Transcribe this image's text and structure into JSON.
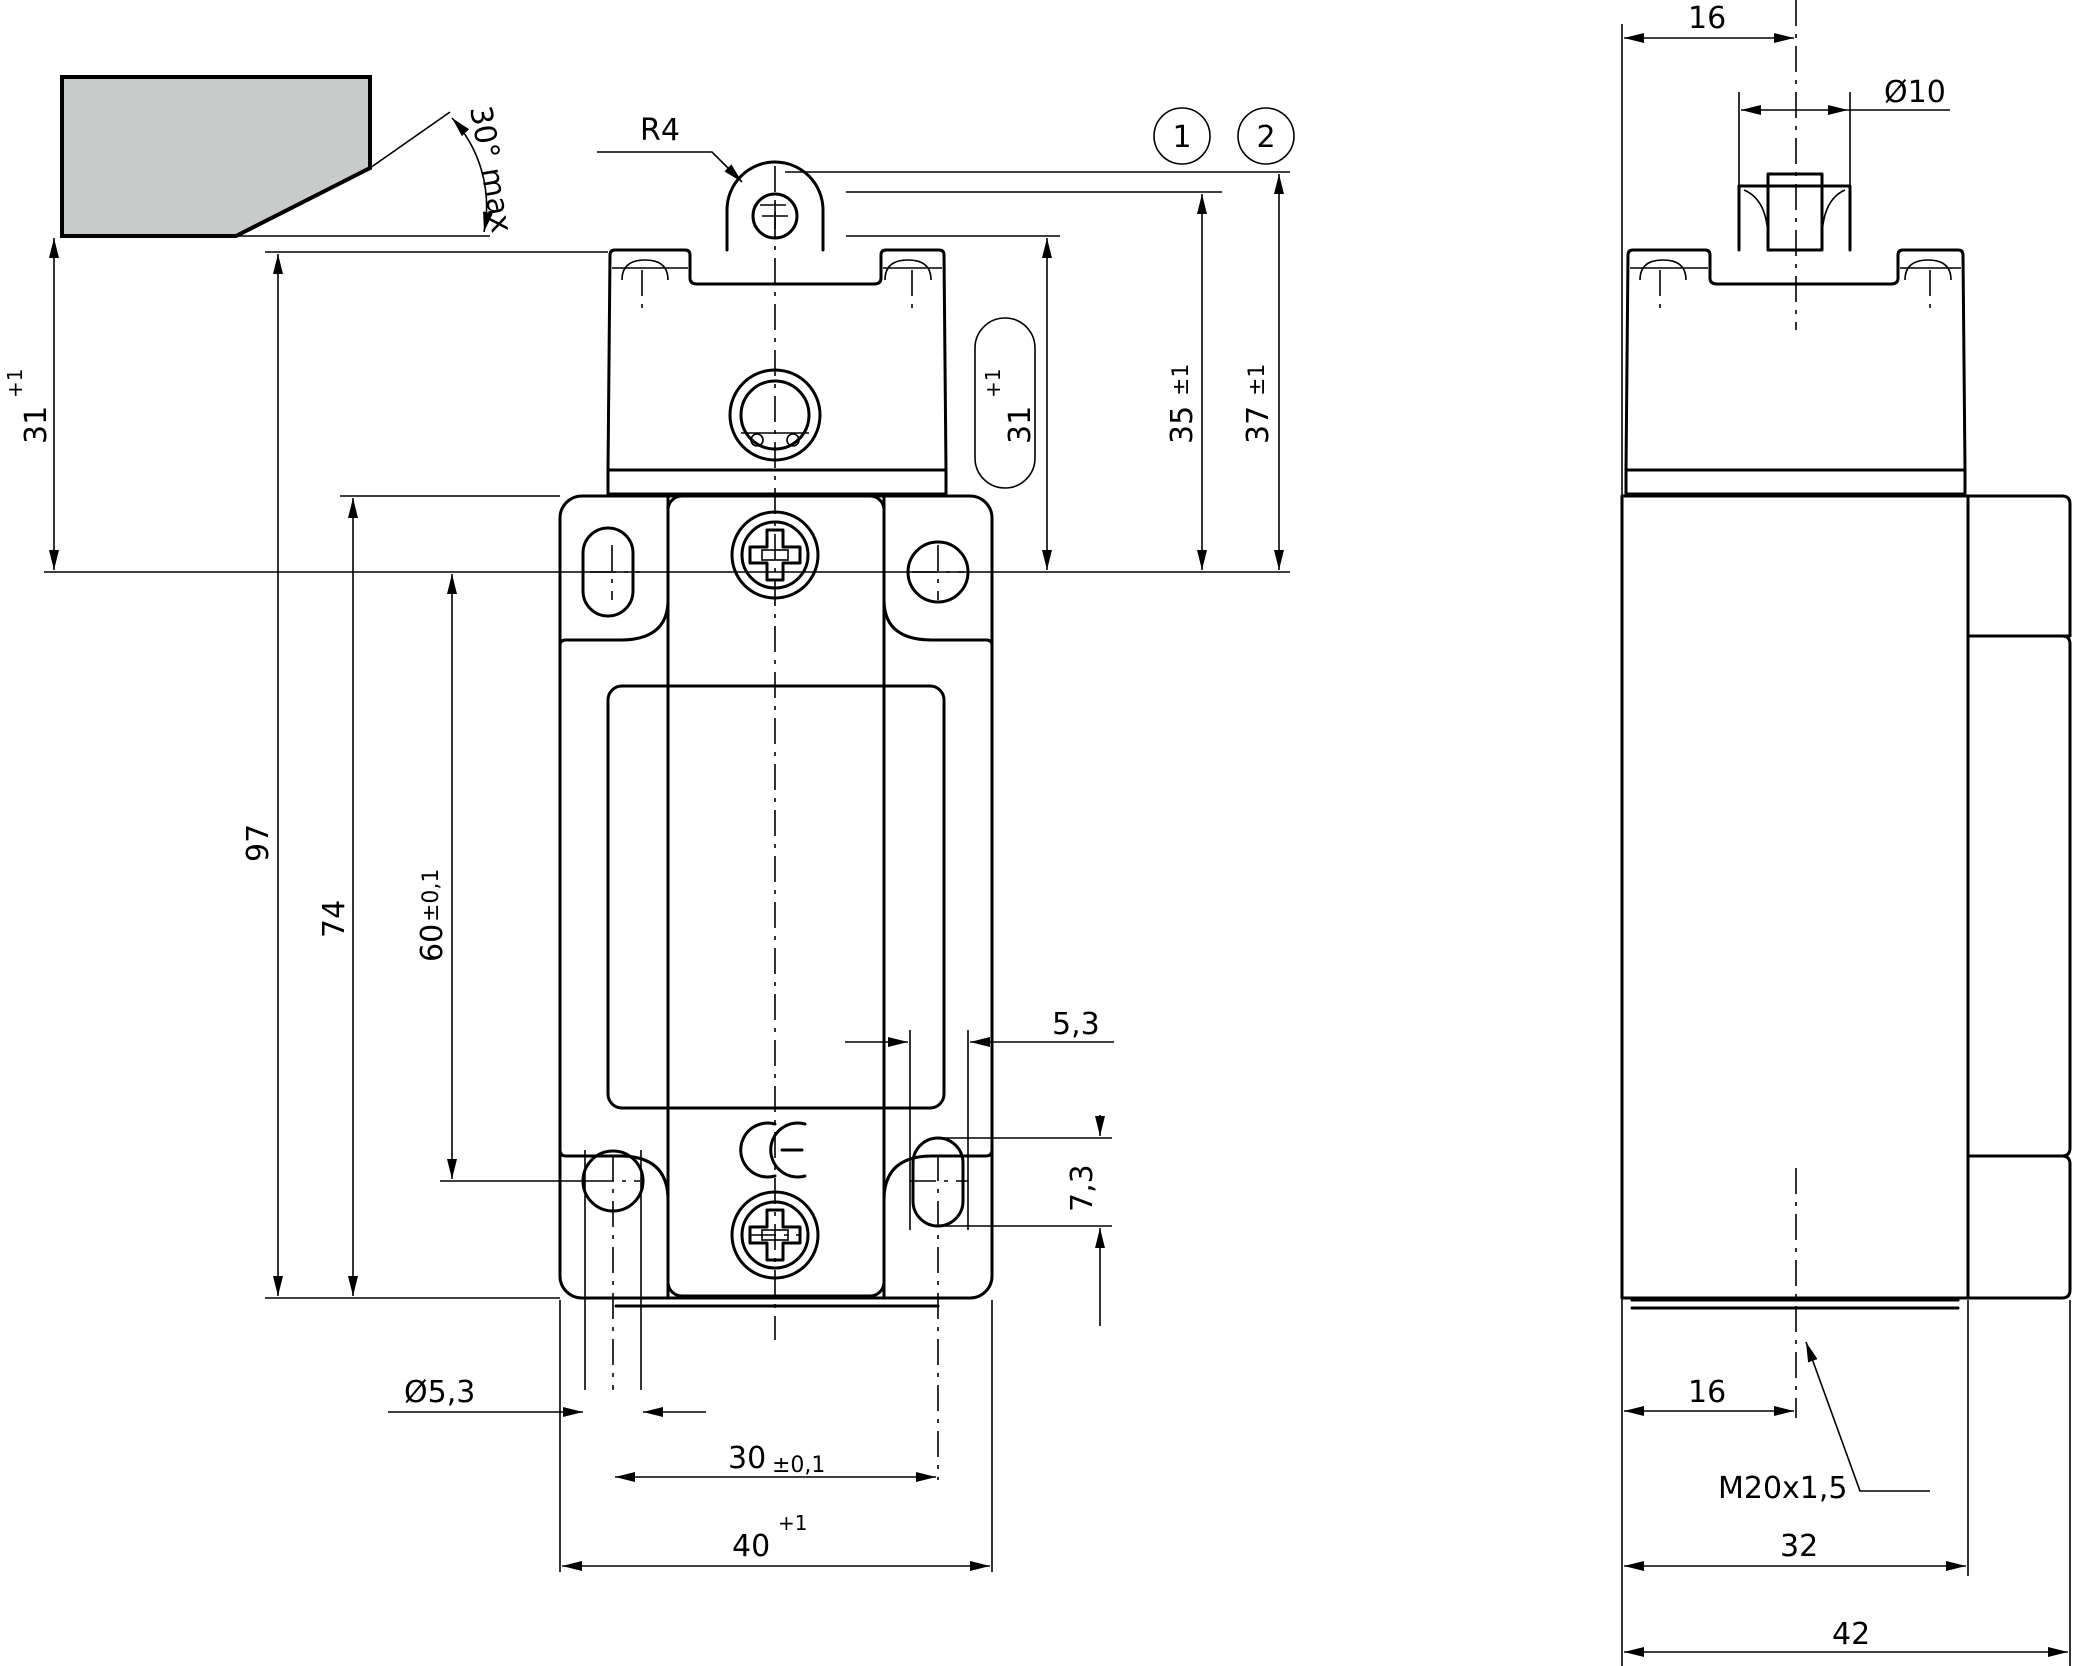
{
  "actuator_angle": {
    "label": "30° max"
  },
  "radius": {
    "label": "R4"
  },
  "positions": {
    "p1": "1",
    "p2": "2"
  },
  "front_dims": {
    "d31_left": {
      "value": "31",
      "tol": "+1"
    },
    "d31_right": {
      "value": "31",
      "tol": "+1"
    },
    "d35": {
      "value": "35",
      "tol": "±1"
    },
    "d37": {
      "value": "37",
      "tol": "±1"
    },
    "d97": {
      "value": "97"
    },
    "d74": {
      "value": "74"
    },
    "d60": {
      "value": "60",
      "tol": "±0,1"
    },
    "d5_3": {
      "value": "5,3"
    },
    "d7_3": {
      "value": "7,3"
    },
    "hole_dia": {
      "value": "Ø5,3"
    },
    "d30": {
      "value": "30",
      "tol": "±0,1"
    },
    "d40": {
      "value": "40",
      "tol": "+1"
    }
  },
  "side_dims": {
    "d16_top": {
      "value": "16"
    },
    "d10": {
      "value": "Ø10"
    },
    "d16_bottom": {
      "value": "16"
    },
    "thread": {
      "value": "M20x1,5"
    },
    "d32": {
      "value": "32"
    },
    "d42": {
      "value": "42"
    }
  },
  "mark": {
    "ce": "CE"
  }
}
